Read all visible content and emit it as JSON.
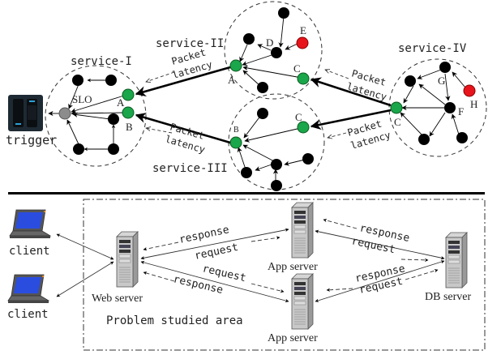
{
  "top": {
    "trigger_label": "trigger",
    "slo_label": "SLO",
    "packet_latency": [
      "Packet",
      "latency"
    ],
    "services": [
      {
        "name": "service-I",
        "nodes": {
          "A": "A",
          "B": "B"
        }
      },
      {
        "name": "service-II",
        "nodes": {
          "A": "A",
          "C": "C",
          "D": "D",
          "E": "E"
        }
      },
      {
        "name": "service-III",
        "nodes": {
          "B": "B",
          "C": "C"
        }
      },
      {
        "name": "service-IV",
        "nodes": {
          "C": "C",
          "F": "F",
          "G": "G",
          "H": "H"
        }
      }
    ]
  },
  "bottom": {
    "clients": [
      "client",
      "client"
    ],
    "web_server": "Web server",
    "app_servers": [
      "App server",
      "App server"
    ],
    "db_server": "DB server",
    "area_label": "Problem studied area",
    "request": "request",
    "response": "response"
  },
  "colors": {
    "green": "#1aa64a",
    "red": "#e8141c",
    "gray": "#8c8c8c",
    "black": "#000000",
    "laptop_screen": "#2a4de0"
  }
}
